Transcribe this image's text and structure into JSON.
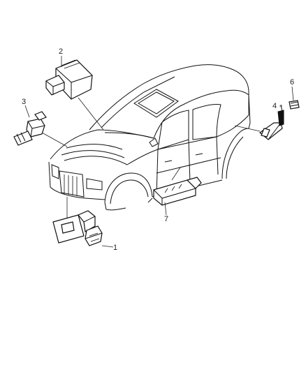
{
  "callouts": {
    "c1": "1",
    "c2": "2",
    "c3": "3",
    "c4": "4",
    "c6": "6",
    "c7": "7"
  }
}
